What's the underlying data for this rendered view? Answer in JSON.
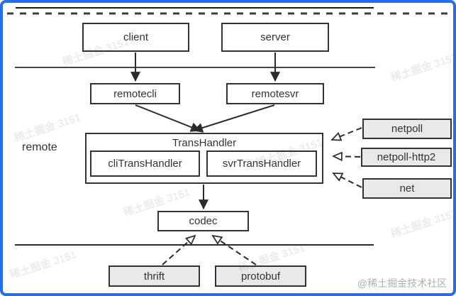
{
  "diagram": {
    "layer_label": "remote",
    "nodes": {
      "client": "client",
      "server": "server",
      "remotecli": "remotecli",
      "remotesvr": "remotesvr",
      "transhandler": "TransHandler",
      "cli_transhandler": "cliTransHandler",
      "svr_transhandler": "svrTransHandler",
      "codec": "codec",
      "netpoll": "netpoll",
      "netpoll_http2": "netpoll-http2",
      "net": "net",
      "thrift": "thrift",
      "protobuf": "protobuf"
    },
    "colors": {
      "frame_border": "#1f6ff2",
      "box_border": "#333333",
      "gray_box_fill": "#e9e9e9",
      "line": "#2b2b2b"
    },
    "watermark_text": "稀土掘金 3151",
    "credit": "@稀土掘金技术社区"
  }
}
